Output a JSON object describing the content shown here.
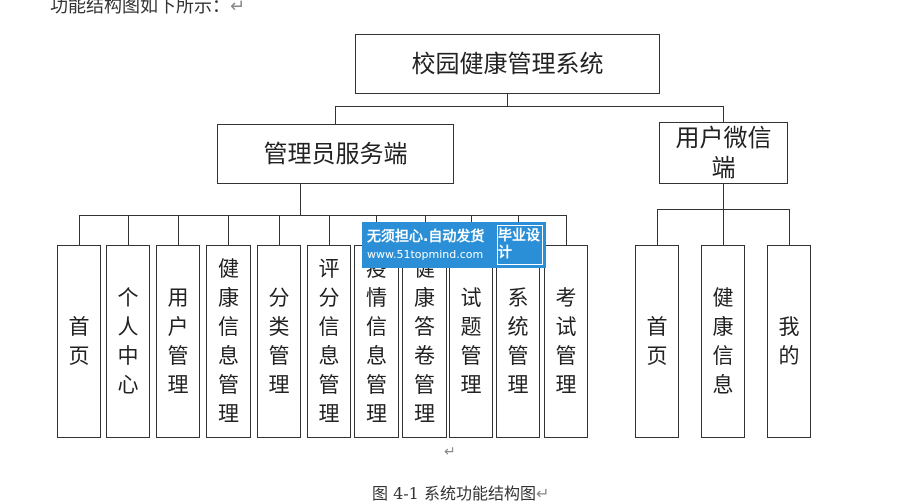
{
  "intro_text": "功能结构图如下所示：",
  "return_mark": "↵",
  "root": "校园健康管理系统",
  "branches": [
    {
      "label": "管理员服务端",
      "children": [
        "首页",
        "个人中心",
        "用户管理",
        "健康信息管理",
        "分类管理",
        "评分信息管理",
        "疫情信息管理",
        "健康答卷管理",
        "试题管理",
        "系统管理",
        "考试管理"
      ]
    },
    {
      "label": "用户微信端",
      "children": [
        "首页",
        "健康信息",
        "我的"
      ]
    }
  ],
  "caption": "图 4-1 系统功能结构图",
  "watermark": {
    "line1": "无须担心.自动发货",
    "line2": "www.51topmind.com",
    "badge": "毕业设计"
  }
}
